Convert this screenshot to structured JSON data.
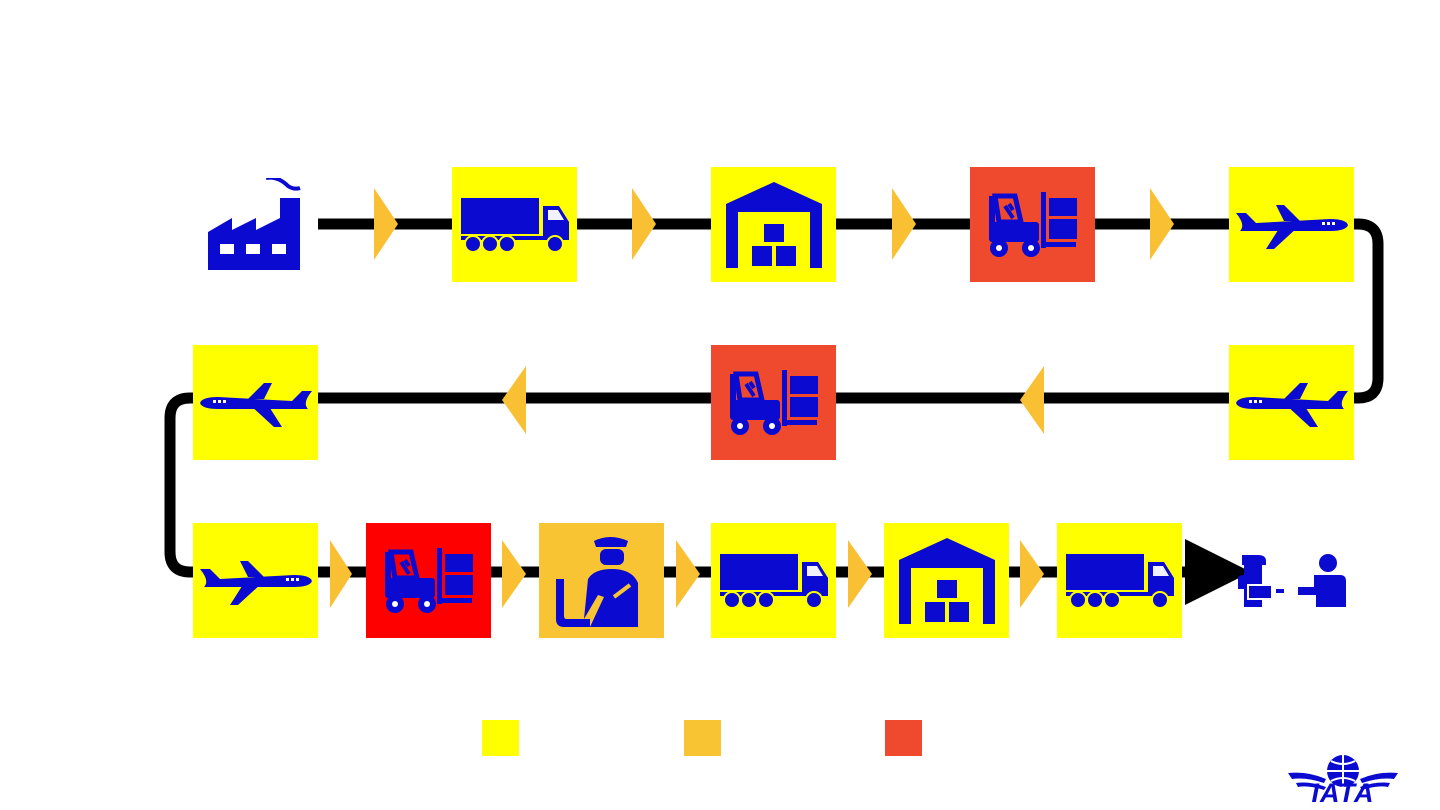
{
  "colors": {
    "ink": "#0a0ad0",
    "line": "#000000",
    "chevron": "#f9c033",
    "step_yellow": "#ffff00",
    "step_amber": "#f9c433",
    "step_orange_red": "#f04a2e",
    "step_red": "#ff0000",
    "background": "#ffffff"
  },
  "flow": {
    "row1": [
      {
        "id": "shipper",
        "icon": "factory-icon",
        "tile_color": "none"
      },
      {
        "id": "truck-1",
        "icon": "truck-icon",
        "tile_color": "step_yellow"
      },
      {
        "id": "warehouse-1",
        "icon": "warehouse-icon",
        "tile_color": "step_yellow"
      },
      {
        "id": "forklift-1",
        "icon": "forklift-icon",
        "tile_color": "step_orange_red"
      },
      {
        "id": "plane-1",
        "icon": "airplane-icon",
        "tile_color": "step_yellow"
      }
    ],
    "row2": [
      {
        "id": "plane-2",
        "icon": "airplane-icon",
        "tile_color": "step_yellow"
      },
      {
        "id": "forklift-2",
        "icon": "forklift-icon",
        "tile_color": "step_orange_red"
      },
      {
        "id": "plane-3",
        "icon": "airplane-icon",
        "tile_color": "step_yellow"
      }
    ],
    "row3": [
      {
        "id": "plane-4",
        "icon": "airplane-icon",
        "tile_color": "step_yellow"
      },
      {
        "id": "forklift-3",
        "icon": "forklift-icon",
        "tile_color": "step_red"
      },
      {
        "id": "customs",
        "icon": "customs-officer-icon",
        "tile_color": "step_amber"
      },
      {
        "id": "truck-2",
        "icon": "truck-icon",
        "tile_color": "step_yellow"
      },
      {
        "id": "warehouse-2",
        "icon": "warehouse-icon",
        "tile_color": "step_yellow"
      },
      {
        "id": "truck-3",
        "icon": "truck-icon",
        "tile_color": "step_yellow"
      },
      {
        "id": "consignee",
        "icon": "handover-people-icon",
        "tile_color": "none"
      }
    ]
  },
  "legend": [
    {
      "color": "step_yellow"
    },
    {
      "color": "step_amber"
    },
    {
      "color": "step_orange_red"
    }
  ],
  "logo": {
    "text": "IATA",
    "icon": "globe-wings-logo-icon"
  }
}
